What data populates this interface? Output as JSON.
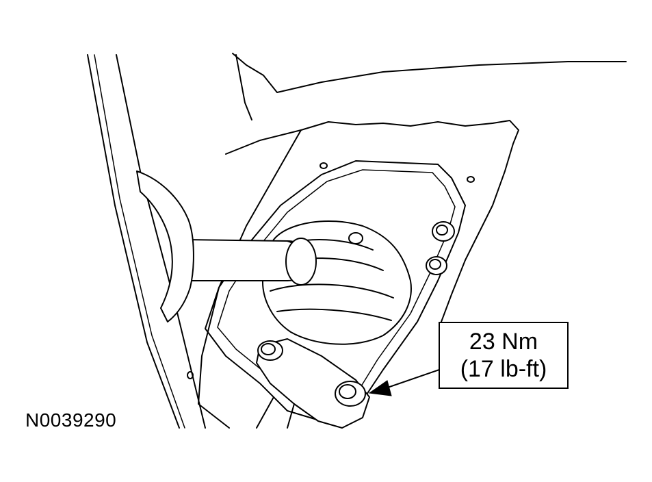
{
  "callout": {
    "torque_nm": "23 Nm",
    "torque_lbft": "(17 lb-ft)"
  },
  "figure_id": "N0039290"
}
